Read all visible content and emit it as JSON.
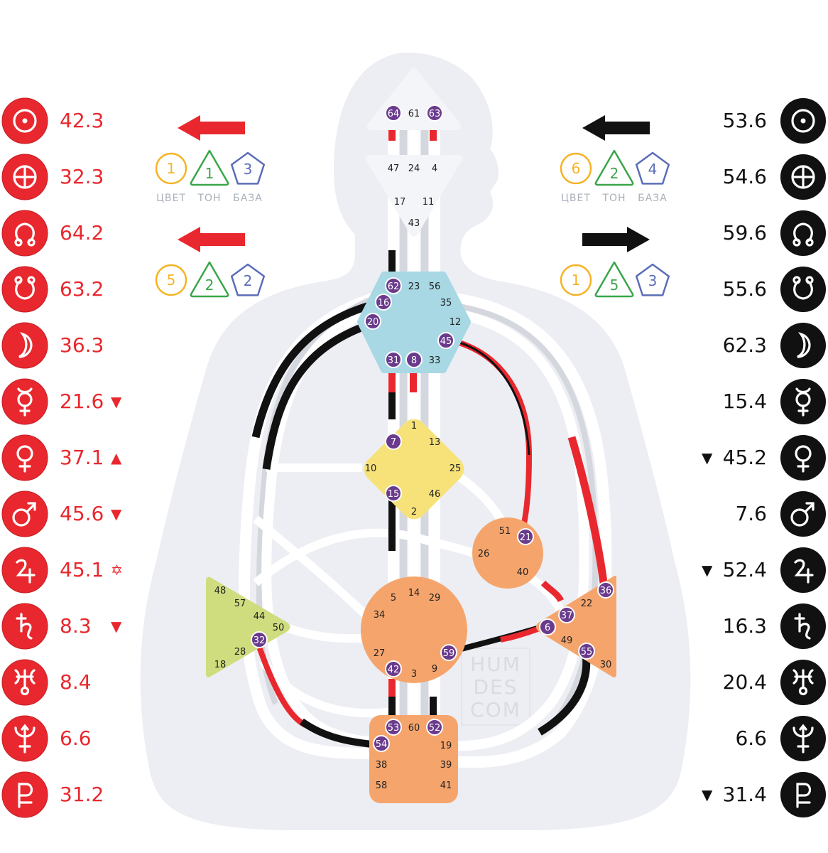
{
  "left_planets": [
    {
      "name": "sun-icon",
      "value": "42.3",
      "marker": ""
    },
    {
      "name": "earth-icon",
      "value": "32.3",
      "marker": ""
    },
    {
      "name": "north-node-icon",
      "value": "64.2",
      "marker": ""
    },
    {
      "name": "south-node-icon",
      "value": "63.2",
      "marker": ""
    },
    {
      "name": "moon-icon",
      "value": "36.3",
      "marker": ""
    },
    {
      "name": "mercury-icon",
      "value": "21.6",
      "marker": "▼"
    },
    {
      "name": "venus-icon",
      "value": "37.1",
      "marker": "▲"
    },
    {
      "name": "mars-icon",
      "value": "45.6",
      "marker": "▼"
    },
    {
      "name": "jupiter-icon",
      "value": "45.1",
      "marker": "✡"
    },
    {
      "name": "saturn-icon",
      "value": "8.3",
      "marker": "▼"
    },
    {
      "name": "uranus-icon",
      "value": "8.4",
      "marker": ""
    },
    {
      "name": "neptune-icon",
      "value": "6.6",
      "marker": ""
    },
    {
      "name": "pluto-icon",
      "value": "31.2",
      "marker": ""
    }
  ],
  "right_planets": [
    {
      "name": "sun-icon",
      "value": "53.6",
      "marker": ""
    },
    {
      "name": "earth-icon",
      "value": "54.6",
      "marker": ""
    },
    {
      "name": "north-node-icon",
      "value": "59.6",
      "marker": ""
    },
    {
      "name": "south-node-icon",
      "value": "55.6",
      "marker": ""
    },
    {
      "name": "moon-icon",
      "value": "62.3",
      "marker": ""
    },
    {
      "name": "mercury-icon",
      "value": "15.4",
      "marker": ""
    },
    {
      "name": "venus-icon",
      "value": "45.2",
      "marker": "▼"
    },
    {
      "name": "mars-icon",
      "value": "7.6",
      "marker": ""
    },
    {
      "name": "jupiter-icon",
      "value": "52.4",
      "marker": "▼"
    },
    {
      "name": "saturn-icon",
      "value": "16.3",
      "marker": ""
    },
    {
      "name": "uranus-icon",
      "value": "20.4",
      "marker": ""
    },
    {
      "name": "neptune-icon",
      "value": "6.6",
      "marker": ""
    },
    {
      "name": "pluto-icon",
      "value": "31.4",
      "marker": "▼"
    }
  ],
  "variables": {
    "labels": {
      "color": "ЦВЕТ",
      "tone": "ТОН",
      "base": "БАЗА"
    },
    "left_top": {
      "arrow": "left",
      "color": "1",
      "tone": "1",
      "base": "3"
    },
    "left_bottom": {
      "arrow": "left",
      "color": "5",
      "tone": "2",
      "base": "2"
    },
    "right_top": {
      "arrow": "left",
      "color": "6",
      "tone": "2",
      "base": "4"
    },
    "right_bottom": {
      "arrow": "right",
      "color": "1",
      "tone": "5",
      "base": "3"
    }
  },
  "centers": {
    "head": {
      "gates": [
        "64",
        "61",
        "63"
      ]
    },
    "ajna": {
      "gates": [
        "47",
        "24",
        "4",
        "17",
        "11",
        "43"
      ]
    },
    "throat": {
      "gates": [
        "62",
        "23",
        "56",
        "16",
        "35",
        "20",
        "12",
        "45",
        "31",
        "8",
        "33"
      ]
    },
    "g": {
      "gates": [
        "1",
        "7",
        "13",
        "10",
        "25",
        "15",
        "46",
        "2"
      ]
    },
    "heart": {
      "gates": [
        "51",
        "21",
        "26",
        "40"
      ]
    },
    "spleen": {
      "gates": [
        "48",
        "57",
        "44",
        "50",
        "32",
        "28",
        "18"
      ]
    },
    "sacral": {
      "gates": [
        "5",
        "14",
        "29",
        "34",
        "59",
        "27",
        "42",
        "3",
        "9"
      ]
    },
    "solar_plexus": {
      "gates": [
        "36",
        "22",
        "37",
        "6",
        "49",
        "55",
        "30"
      ]
    },
    "root": {
      "gates": [
        "53",
        "60",
        "52",
        "54",
        "19",
        "38",
        "39",
        "58",
        "41"
      ]
    }
  },
  "active_gates": [
    "64",
    "63",
    "62",
    "16",
    "20",
    "45",
    "31",
    "8",
    "7",
    "15",
    "21",
    "32",
    "59",
    "42",
    "53",
    "52",
    "54",
    "36",
    "37",
    "6",
    "55"
  ],
  "watermark": [
    "HUM",
    "DES",
    "COM"
  ],
  "colors": {
    "red": "#e8282e",
    "black": "#111111",
    "head": "#f4f5f8",
    "ajna": "#f4f5f8",
    "throat": "#a7d8e4",
    "g": "#f7e27a",
    "orange": "#f5a56c",
    "spleen": "#cfdd7e",
    "active_gate": "#6a3b8c",
    "silhouette": "#eceef3"
  }
}
